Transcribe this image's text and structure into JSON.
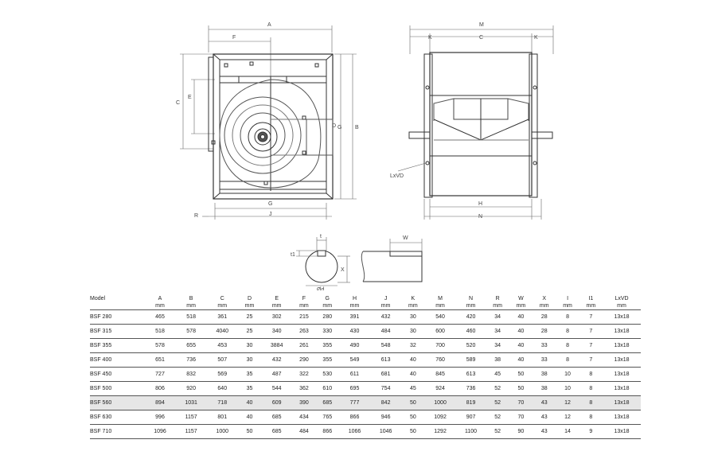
{
  "drawing_labels": {
    "front": [
      "A",
      "F",
      "C",
      "E",
      "D",
      "G",
      "B",
      "G",
      "J",
      "R"
    ],
    "side": [
      "M",
      "K",
      "C",
      "K",
      "H",
      "N",
      "LxVD"
    ],
    "shaft": [
      "t",
      "t1",
      "X",
      "Ød",
      "W"
    ]
  },
  "table": {
    "headers": [
      "Model",
      "A",
      "B",
      "C",
      "D",
      "E",
      "F",
      "G",
      "H",
      "J",
      "K",
      "M",
      "N",
      "R",
      "W",
      "X",
      "I",
      "I1",
      "LxVD"
    ],
    "units": [
      "",
      "mm",
      "mm",
      "mm",
      "mm",
      "mm",
      "mm",
      "mm",
      "mm",
      "mm",
      "mm",
      "mm",
      "mm",
      "mm",
      "mm",
      "mm",
      "mm",
      "mm",
      "mm"
    ],
    "highlighted_row": 6,
    "rows": [
      [
        "BSF 280",
        "465",
        "518",
        "361",
        "25",
        "302",
        "215",
        "280",
        "391",
        "432",
        "30",
        "540",
        "420",
        "34",
        "40",
        "28",
        "8",
        "7",
        "13x18"
      ],
      [
        "BSF 315",
        "518",
        "578",
        "4040",
        "25",
        "340",
        "263",
        "330",
        "430",
        "484",
        "30",
        "600",
        "460",
        "34",
        "40",
        "28",
        "8",
        "7",
        "13x18"
      ],
      [
        "BSF 355",
        "578",
        "655",
        "453",
        "30",
        "3884",
        "261",
        "355",
        "490",
        "548",
        "32",
        "700",
        "520",
        "34",
        "40",
        "33",
        "8",
        "7",
        "13x18"
      ],
      [
        "BSF 400",
        "651",
        "736",
        "507",
        "30",
        "432",
        "290",
        "355",
        "549",
        "613",
        "40",
        "760",
        "589",
        "38",
        "40",
        "33",
        "8",
        "7",
        "13x18"
      ],
      [
        "BSF 450",
        "727",
        "832",
        "569",
        "35",
        "487",
        "322",
        "530",
        "611",
        "681",
        "40",
        "845",
        "613",
        "45",
        "50",
        "38",
        "10",
        "8",
        "13x18"
      ],
      [
        "BSF 500",
        "806",
        "920",
        "640",
        "35",
        "544",
        "362",
        "610",
        "695",
        "754",
        "45",
        "924",
        "736",
        "52",
        "50",
        "38",
        "10",
        "8",
        "13x18"
      ],
      [
        "BSF 560",
        "894",
        "1031",
        "718",
        "40",
        "609",
        "390",
        "685",
        "777",
        "842",
        "50",
        "1000",
        "819",
        "52",
        "70",
        "43",
        "12",
        "8",
        "13x18"
      ],
      [
        "BSF 630",
        "996",
        "1157",
        "801",
        "40",
        "685",
        "434",
        "765",
        "866",
        "946",
        "50",
        "1092",
        "907",
        "52",
        "70",
        "43",
        "12",
        "8",
        "13x18"
      ],
      [
        "BSF 710",
        "1096",
        "1157",
        "1000",
        "50",
        "685",
        "484",
        "866",
        "1066",
        "1046",
        "50",
        "1292",
        "1100",
        "52",
        "90",
        "43",
        "14",
        "9",
        "13x18"
      ]
    ]
  }
}
